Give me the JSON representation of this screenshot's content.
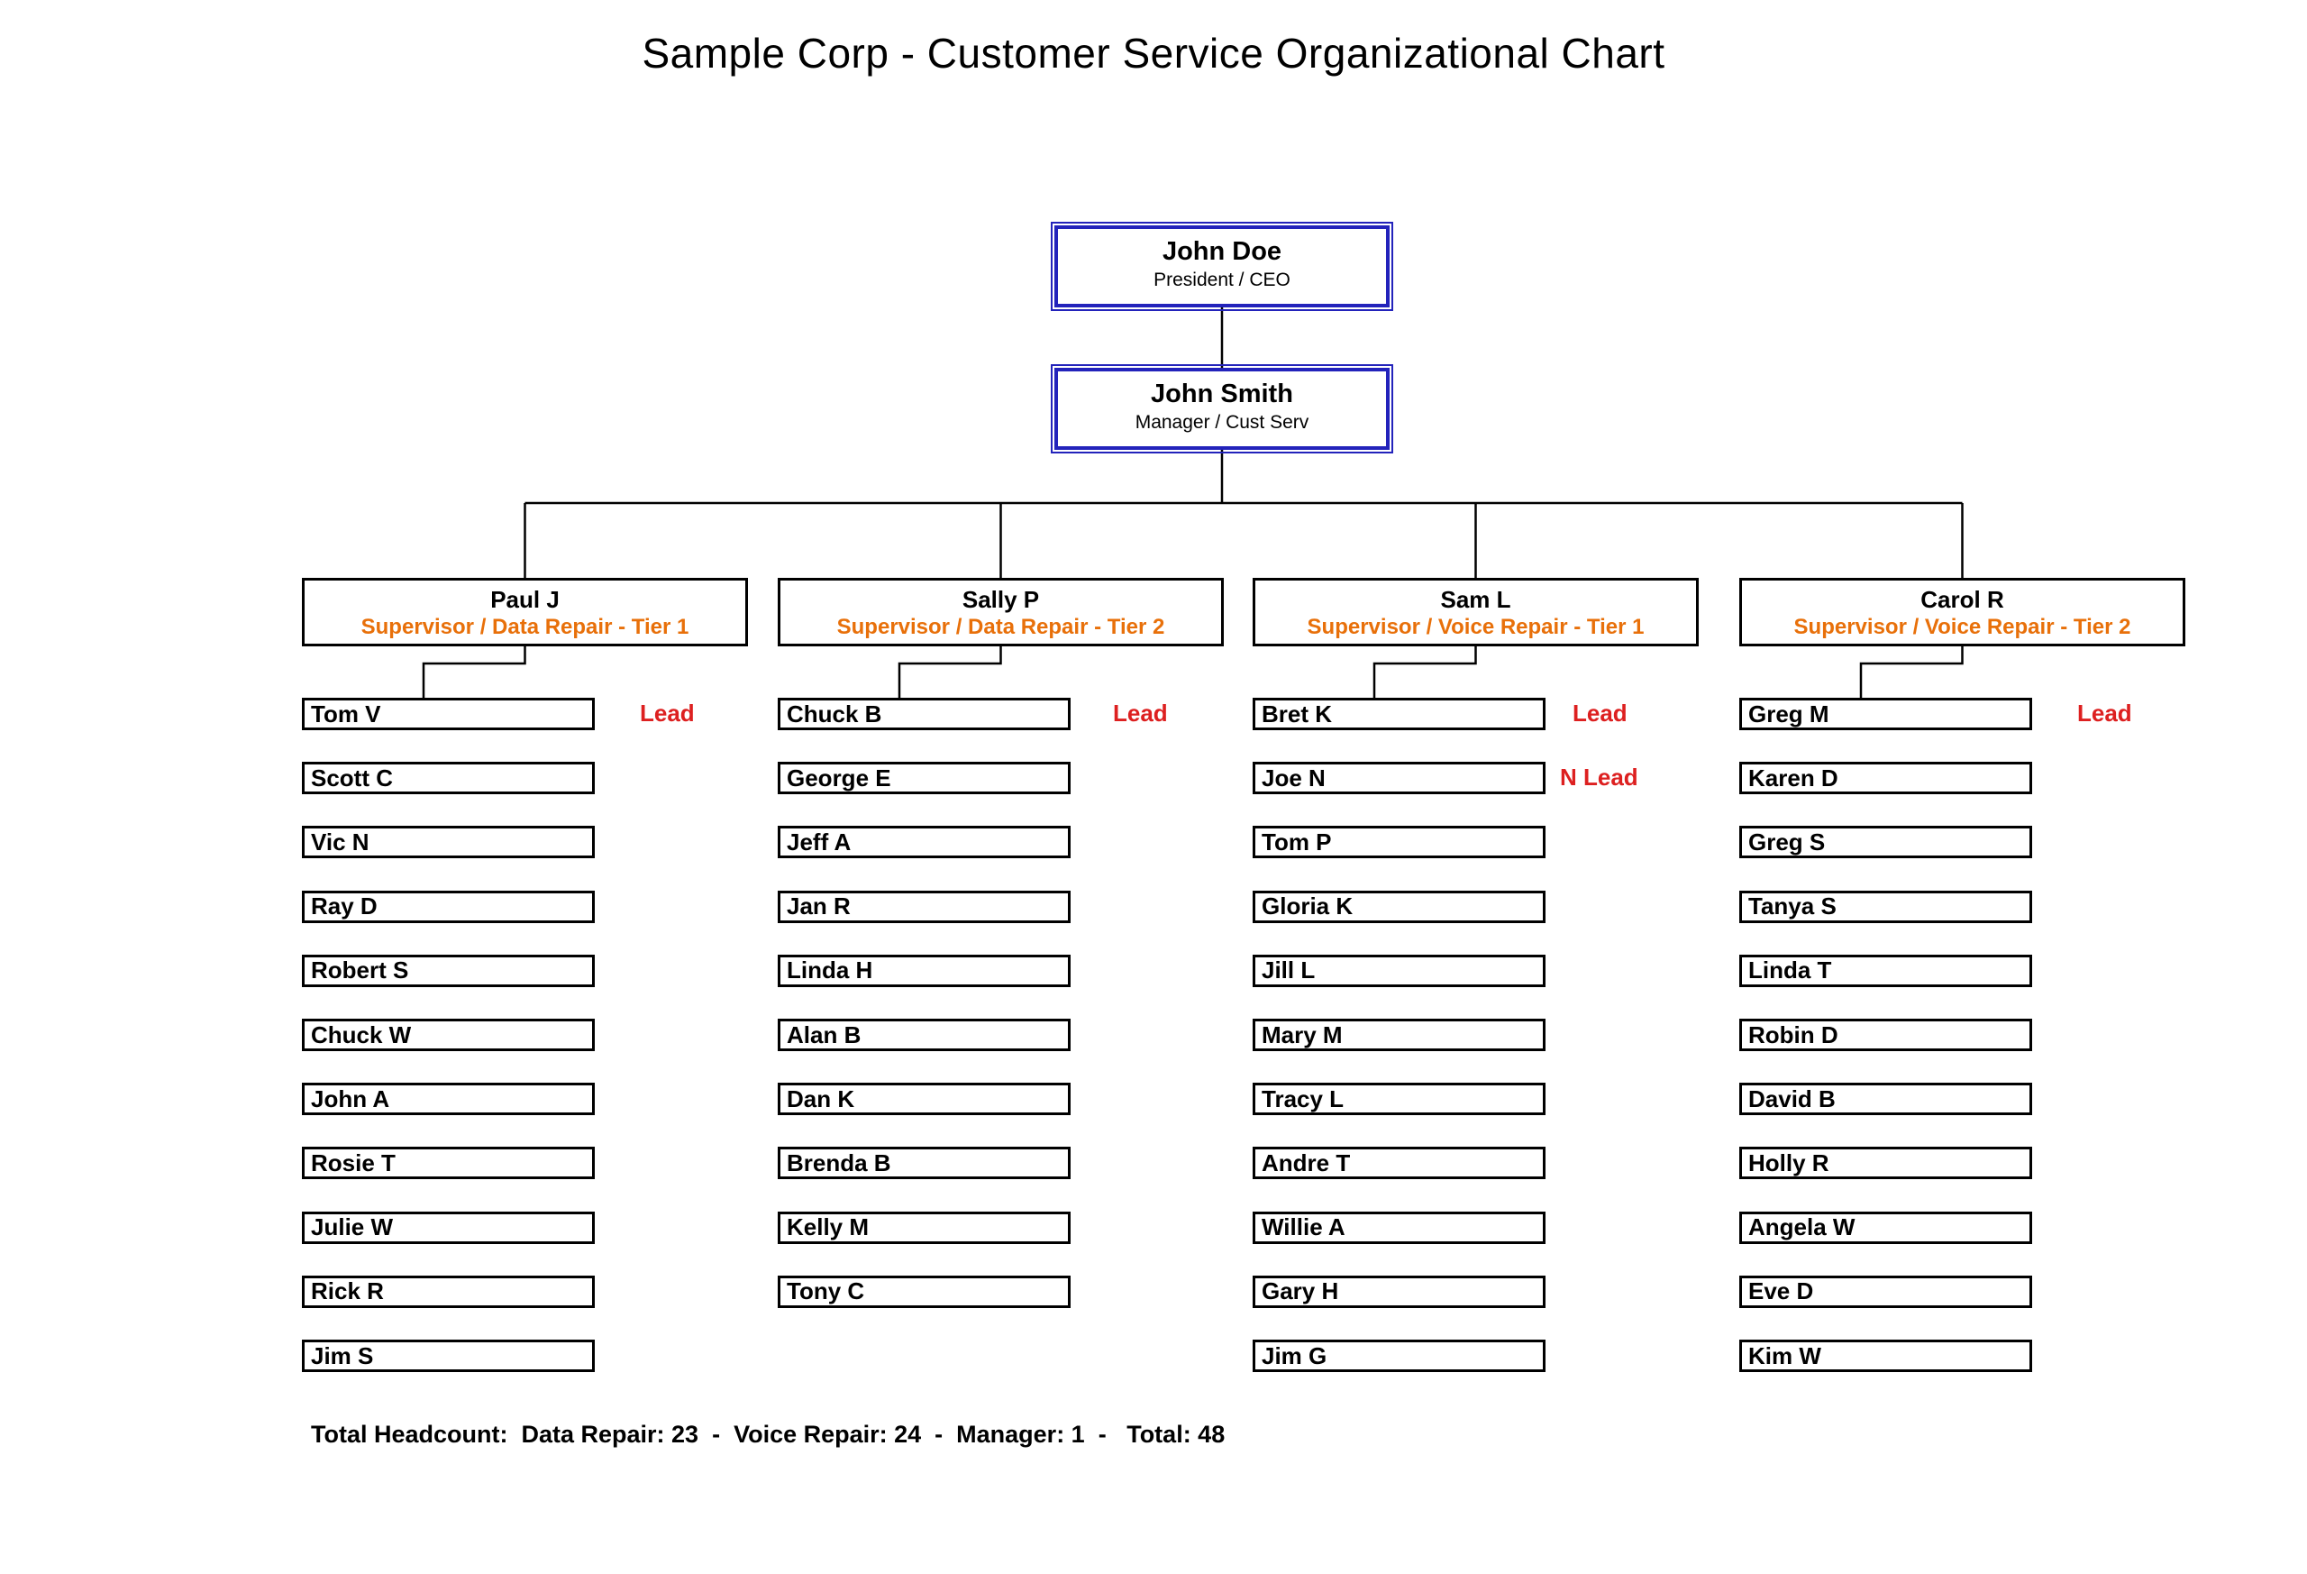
{
  "title": "Sample Corp - Customer Service Organizational Chart",
  "colors": {
    "exec_border": "#2323bb",
    "supervisor_role": "#e8700a",
    "lead_badge": "#dd2020",
    "line": "#000000"
  },
  "executives": [
    {
      "name": "John Doe",
      "role": "President / CEO"
    },
    {
      "name": "John Smith",
      "role": "Manager / Cust Serv"
    }
  ],
  "teams": [
    {
      "supervisor": "Paul J",
      "role": "Supervisor / Data Repair - Tier 1",
      "members": [
        {
          "name": "Tom V",
          "badge": "Lead"
        },
        {
          "name": "Scott C",
          "badge": ""
        },
        {
          "name": "Vic N",
          "badge": ""
        },
        {
          "name": "Ray D",
          "badge": ""
        },
        {
          "name": "Robert S",
          "badge": ""
        },
        {
          "name": "Chuck W",
          "badge": ""
        },
        {
          "name": "John A",
          "badge": ""
        },
        {
          "name": "Rosie T",
          "badge": ""
        },
        {
          "name": "Julie W",
          "badge": ""
        },
        {
          "name": "Rick R",
          "badge": ""
        },
        {
          "name": "Jim S",
          "badge": ""
        }
      ]
    },
    {
      "supervisor": "Sally P",
      "role": "Supervisor / Data Repair - Tier 2",
      "members": [
        {
          "name": "Chuck B",
          "badge": "Lead"
        },
        {
          "name": "George E",
          "badge": ""
        },
        {
          "name": "Jeff A",
          "badge": ""
        },
        {
          "name": "Jan R",
          "badge": ""
        },
        {
          "name": "Linda H",
          "badge": ""
        },
        {
          "name": "Alan B",
          "badge": ""
        },
        {
          "name": "Dan K",
          "badge": ""
        },
        {
          "name": "Brenda B",
          "badge": ""
        },
        {
          "name": "Kelly M",
          "badge": ""
        },
        {
          "name": "Tony C",
          "badge": ""
        }
      ]
    },
    {
      "supervisor": "Sam L",
      "role": "Supervisor / Voice Repair - Tier 1",
      "members": [
        {
          "name": "Bret K",
          "badge": "Lead"
        },
        {
          "name": "Joe N",
          "badge": "N Lead"
        },
        {
          "name": "Tom P",
          "badge": ""
        },
        {
          "name": "Gloria K",
          "badge": ""
        },
        {
          "name": "Jill L",
          "badge": ""
        },
        {
          "name": "Mary M",
          "badge": ""
        },
        {
          "name": "Tracy L",
          "badge": ""
        },
        {
          "name": "Andre T",
          "badge": ""
        },
        {
          "name": "Willie A",
          "badge": ""
        },
        {
          "name": "Gary H",
          "badge": ""
        },
        {
          "name": "Jim G",
          "badge": ""
        }
      ]
    },
    {
      "supervisor": "Carol R",
      "role": "Supervisor / Voice Repair - Tier 2",
      "members": [
        {
          "name": "Greg M",
          "badge": "Lead"
        },
        {
          "name": "Karen D",
          "badge": ""
        },
        {
          "name": "Greg S",
          "badge": ""
        },
        {
          "name": "Tanya S",
          "badge": ""
        },
        {
          "name": "Linda T",
          "badge": ""
        },
        {
          "name": "Robin D",
          "badge": ""
        },
        {
          "name": "David B",
          "badge": ""
        },
        {
          "name": "Holly R",
          "badge": ""
        },
        {
          "name": "Angela W",
          "badge": ""
        },
        {
          "name": "Eve D",
          "badge": ""
        },
        {
          "name": "Kim W",
          "badge": ""
        }
      ]
    }
  ],
  "footer": {
    "text": "Total Headcount:  Data Repair: 23  -  Voice Repair: 24  -  Manager: 1  -   Total: 48",
    "label": "Total Headcount:",
    "data_repair": 23,
    "voice_repair": 24,
    "manager": 1,
    "total": 48
  }
}
